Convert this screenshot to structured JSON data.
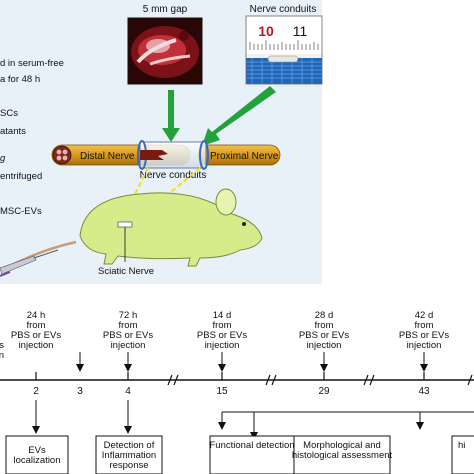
{
  "photos": {
    "gap_label": "5 mm gap",
    "conduit_label": "Nerve conduits",
    "ruler_numbers": [
      "10",
      "11"
    ]
  },
  "left_text": [
    "d in serum-free",
    "a for 48 h",
    "SCs",
    "atants",
    "g",
    "entrifuged",
    "MSC-EVs"
  ],
  "nerve_bar": {
    "distal_label": "Distal Nerve",
    "proximal_label": "Proximal Nerve",
    "conduit_label": "Nerve conduits"
  },
  "mouse": {
    "sciatic_label": "Sciatic Nerve"
  },
  "timeline": {
    "tick_labels": [
      "2",
      "3",
      "4",
      "15",
      "29",
      "43"
    ],
    "time_labels": [
      {
        "lines": [
          "EVs",
          "n"
        ]
      },
      {
        "lines": [
          "24 h",
          "from",
          "PBS or EVs",
          "injection"
        ]
      },
      {
        "lines": [
          "72 h",
          "from",
          "PBS or EVs",
          "injection"
        ]
      },
      {
        "lines": [
          "14 d",
          "from",
          "PBS or EVs",
          "injection"
        ]
      },
      {
        "lines": [
          "28 d",
          "from",
          "PBS or EVs",
          "injection"
        ]
      },
      {
        "lines": [
          "42 d",
          "from",
          "PBS or EVs",
          "injection"
        ]
      }
    ]
  },
  "outcome_boxes": [
    {
      "lines": [
        "EVs",
        "localization"
      ]
    },
    {
      "lines": [
        "Detection of",
        "Inflammation",
        "response"
      ]
    },
    {
      "lines": [
        "Functional detection"
      ]
    },
    {
      "lines": [
        "Morphological and",
        "histological assessment"
      ]
    },
    {
      "lines": [
        "hi"
      ]
    }
  ],
  "colors": {
    "top_panel_bg": "#e8f1f8",
    "arrow_green": "#23a23c",
    "nerve_gold": "#d89a1c",
    "mouse_fill": "#d6ec8a",
    "mouse_stroke": "#7a8a3a",
    "dashed_yellow": "#f2e01c"
  }
}
